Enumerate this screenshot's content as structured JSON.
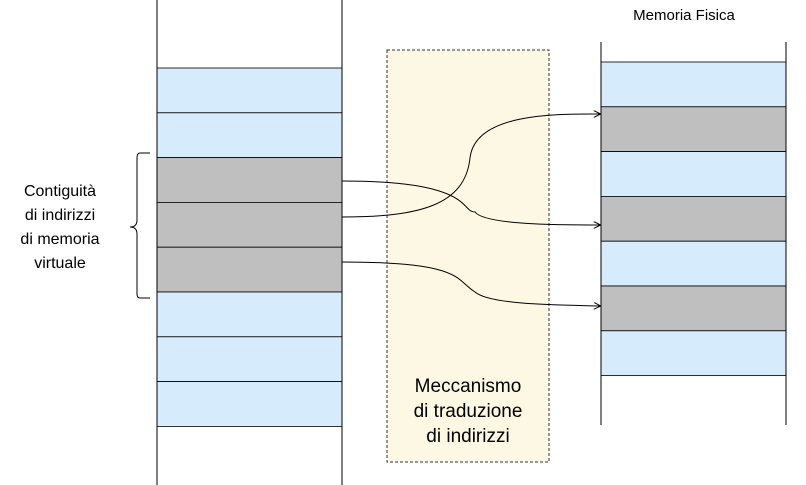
{
  "colors": {
    "free_block": "#d6ebfb",
    "used_block": "#bfbfbf",
    "translation_box": "#fcf8e3",
    "line": "#000000"
  },
  "virtual_memory": {
    "blocks": [
      "free",
      "free",
      "used",
      "used",
      "used",
      "free",
      "free",
      "free"
    ]
  },
  "physical_memory": {
    "title": "Memoria Fisica",
    "blocks": [
      "free",
      "used",
      "free",
      "used",
      "free",
      "used",
      "free"
    ]
  },
  "contiguity_label": [
    "Contiguità",
    "di indirizzi",
    "di memoria",
    "virtuale"
  ],
  "translation": {
    "label": [
      "Meccanismo",
      "di traduzione",
      "di indirizzi"
    ]
  },
  "mappings": [
    {
      "from_virtual_block": 2,
      "to_physical_block": 3
    },
    {
      "from_virtual_block": 3,
      "to_physical_block": 1
    },
    {
      "from_virtual_block": 4,
      "to_physical_block": 5
    }
  ]
}
